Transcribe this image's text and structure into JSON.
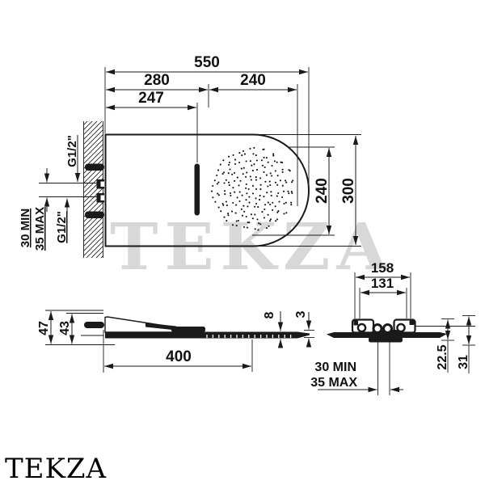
{
  "drawing": {
    "watermark_large": "TEKZA",
    "logo_text": "TEKZA"
  },
  "top_view": {
    "dim_total_width": "550",
    "dim_left_section": "280",
    "dim_spray_width": "240",
    "dim_slot_offset": "247",
    "dim_spray_diameter": "240",
    "dim_total_depth": "300",
    "label_inlet_top": "G1/2\"",
    "label_inlet_bottom": "G1/2\"",
    "label_wall_min": "30 MIN",
    "label_wall_max": "35 MAX"
  },
  "side_view": {
    "dim_height_outer": "47",
    "dim_height_inner": "43",
    "dim_plate_thickness": "8",
    "dim_edge_thickness": "3",
    "dim_length": "400"
  },
  "front_view": {
    "dim_bracket_outer": "158",
    "dim_bracket_inner": "131",
    "dim_drop_a": "22.5",
    "dim_drop_b": "31",
    "label_wall_min": "30 MIN",
    "label_wall_max": "35 MAX"
  },
  "colors": {
    "line": "#1a1a1a",
    "watermark": "#d8d8d8"
  }
}
